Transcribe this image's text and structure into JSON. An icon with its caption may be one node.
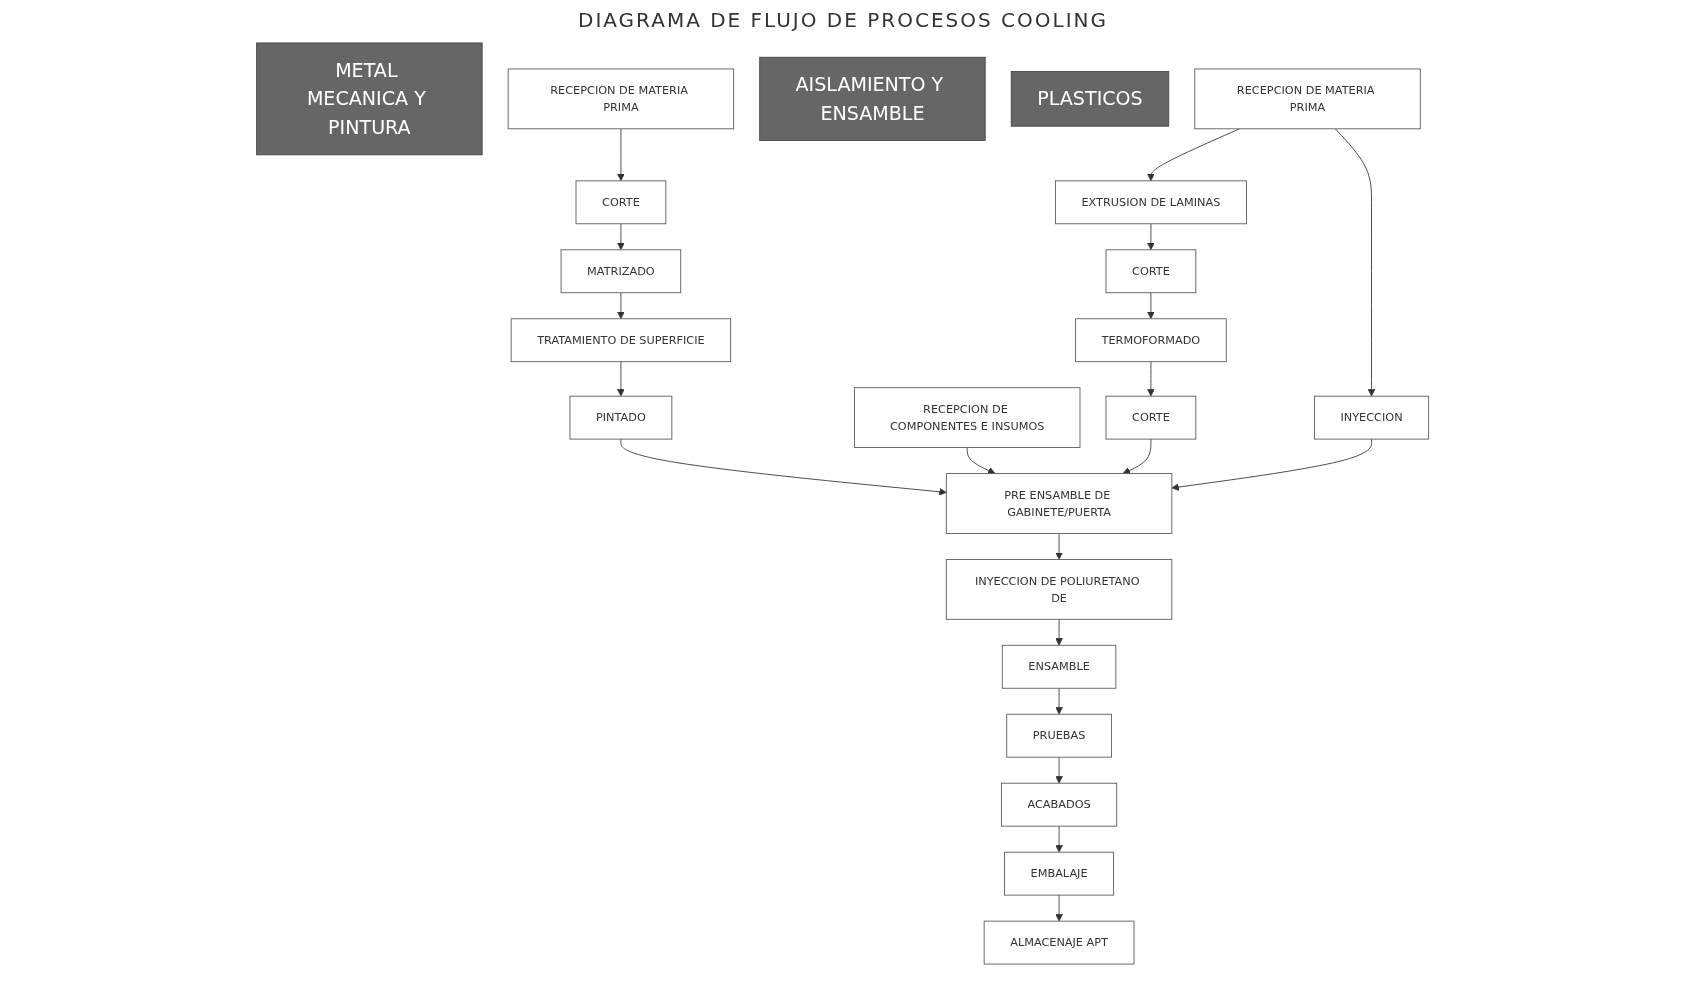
{
  "diagram": {
    "title": "DIAGRAMA DE FLUJO DE PROCESOS COOLING",
    "nodes": [
      {
        "text": [
          "METAL MECANICA Y PINTURA"
        ]
      },
      {
        "text": [
          "RECEPCION DE MATERIA PRIMA"
        ]
      },
      {
        "text": [
          "CORTE"
        ]
      },
      {
        "text": [
          "MATRIZADO"
        ]
      },
      {
        "text": [
          "TRATAMIENTO DE SUPERFICIE"
        ]
      },
      {
        "text": [
          "PINTADO"
        ]
      },
      {
        "text": [
          "AISLAMIENTO Y ENSAMBLE"
        ]
      },
      {
        "text": [
          "RECEPCION DE COMPONENTES E INSUMOS"
        ]
      },
      {
        "text": [
          "PRE ENSAMBLE DE GABINETE/PUERTA"
        ]
      },
      {
        "text": [
          "INYECCION DE POLIURETANO DE"
        ]
      },
      {
        "text": [
          "ENSAMBLE"
        ]
      },
      {
        "text": [
          "PRUEBAS"
        ]
      },
      {
        "text": [
          "ACABADOS"
        ]
      },
      {
        "text": [
          "EMBALAJE"
        ]
      },
      {
        "text": [
          "ALMACENAJE APT"
        ]
      },
      {
        "text": [
          "PLASTICOS"
        ]
      },
      {
        "text": [
          "RECEPCION DE MATERIA PRIMA"
        ]
      },
      {
        "text": [
          "EXTRUSION DE LAMINAS"
        ]
      },
      {
        "text": [
          "INYECCION"
        ]
      },
      {
        "text": [
          "CORTE"
        ]
      },
      {
        "text": [
          "TERMOFORMADO"
        ]
      },
      {
        "text": [
          "CORTE"
        ]
      }
    ],
    "edges": [
      {
        "from": 1,
        "to": 2,
        "arrow": "to"
      },
      {
        "from": 2,
        "to": 3,
        "arrow": "to"
      },
      {
        "from": 3,
        "to": 4,
        "arrow": "to"
      },
      {
        "from": 4,
        "to": 5,
        "arrow": "to"
      },
      {
        "from": 5,
        "to": 8,
        "arrow": "to"
      },
      {
        "from": 7,
        "to": 8,
        "arrow": "to"
      },
      {
        "from": 8,
        "to": 9,
        "arrow": "to"
      },
      {
        "from": 9,
        "to": 10,
        "arrow": "to"
      },
      {
        "from": 10,
        "to": 11,
        "arrow": "to"
      },
      {
        "from": 11,
        "to": 12,
        "arrow": "to"
      },
      {
        "from": 12,
        "to": 13,
        "arrow": "to"
      },
      {
        "from": 13,
        "to": 14,
        "arrow": "to"
      },
      {
        "from": 16,
        "to": 17,
        "arrow": "to"
      },
      {
        "from": 16,
        "to": 18,
        "arrow": "to"
      },
      {
        "from": 17,
        "to": 19,
        "arrow": "to"
      },
      {
        "from": 19,
        "to": 20,
        "arrow": "to"
      },
      {
        "from": 20,
        "to": 21,
        "arrow": "to"
      },
      {
        "from": 21,
        "to": 8,
        "arrow": "to"
      },
      {
        "from": 18,
        "to": 8,
        "arrow": "to"
      }
    ]
  }
}
